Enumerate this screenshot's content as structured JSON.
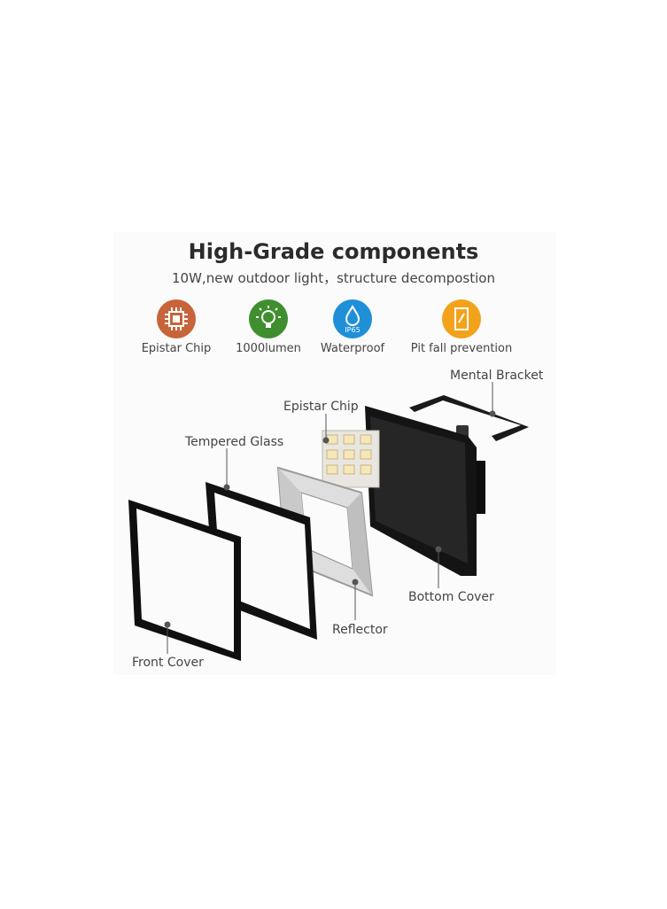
{
  "header": {
    "title": "High-Grade components",
    "subtitle": "10W,new outdoor light，structure decompostion"
  },
  "features": [
    {
      "label": "Epistar Chip",
      "icon": "chip-icon",
      "color": "#c8643a"
    },
    {
      "label": "1000lumen",
      "icon": "lightbulb-icon",
      "color": "#3f8f2f"
    },
    {
      "label": "Waterproof",
      "icon": "water-drop-icon",
      "color": "#1f8fd8",
      "badge": "IP65"
    },
    {
      "label": "Pit fall prevention",
      "icon": "door-icon",
      "color": "#f2a31b"
    }
  ],
  "callouts": {
    "bracket": "Mental Bracket",
    "chip": "Epistar Chip",
    "glass": "Tempered Glass",
    "bottom": "Bottom Cover",
    "reflector": "Reflector",
    "front": "Front Cover"
  }
}
